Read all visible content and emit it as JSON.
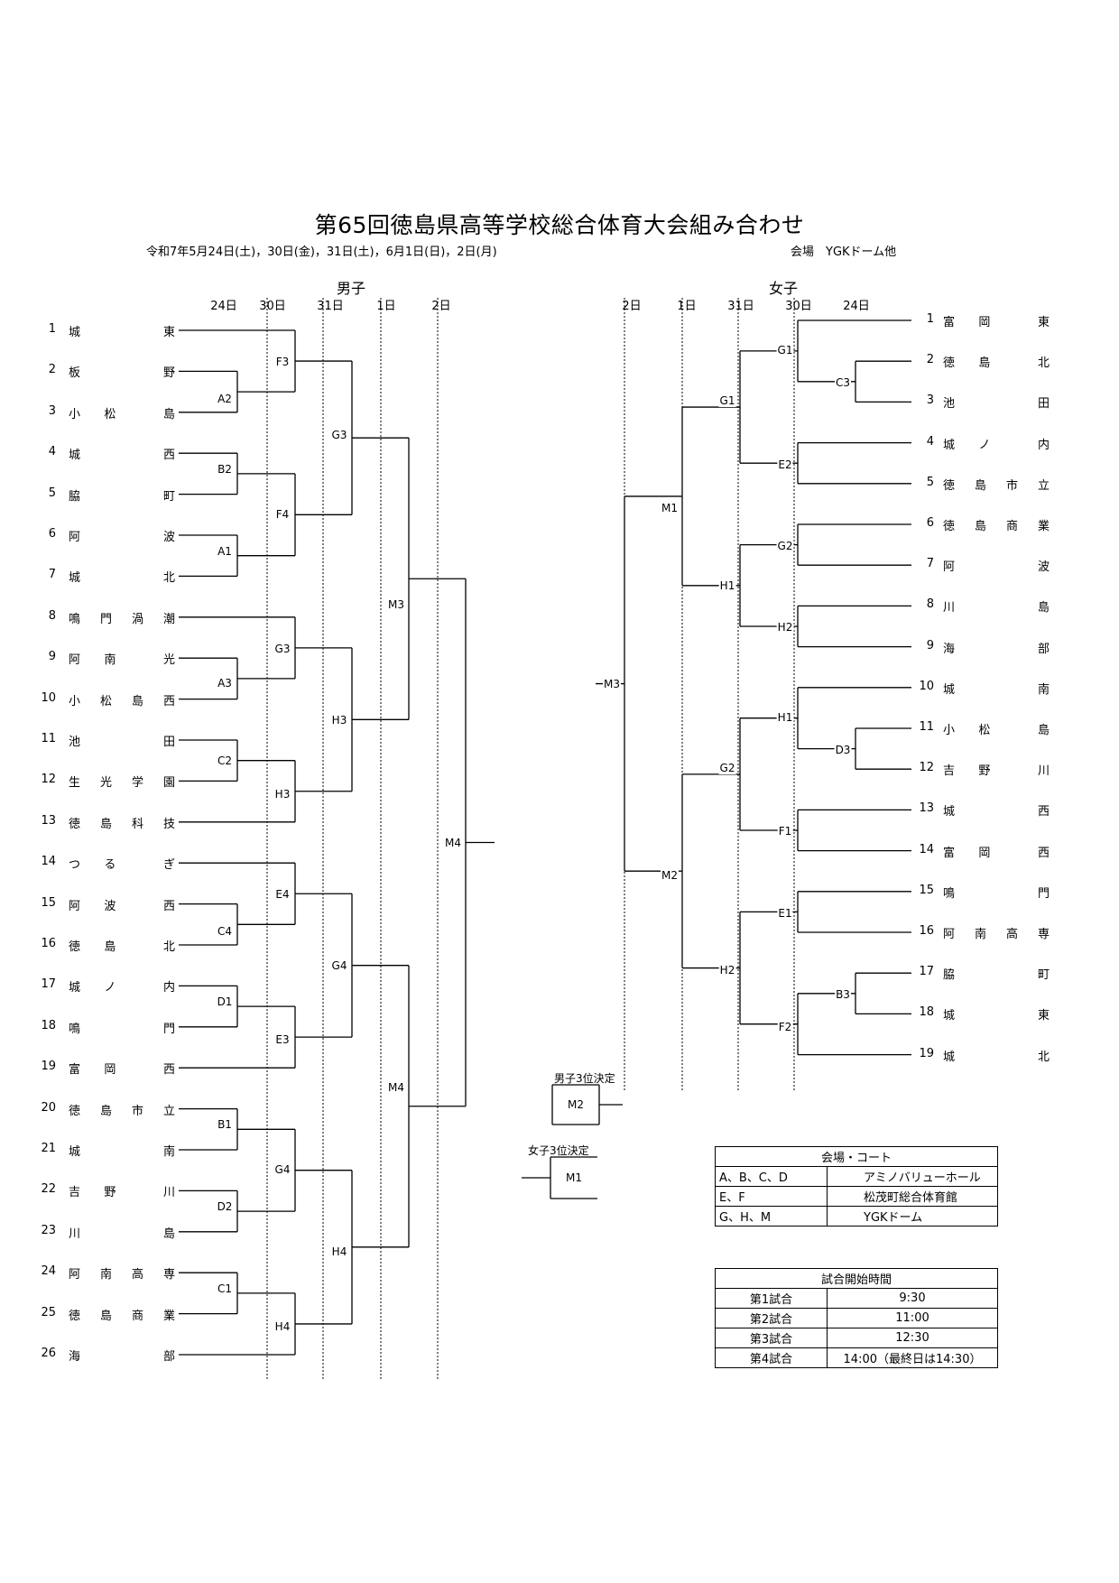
{
  "title": "第65回徳島県高等学校総合体育大会組み合わせ",
  "dates": "令和7年5月24日(土)，30日(金)，31日(土)，6月1日(日)，2日(月)",
  "venue": "会場　YGKドーム他",
  "boys": {
    "header": "男子",
    "days": [
      "24日",
      "30日",
      "31日",
      "1日",
      "2日"
    ],
    "teams": [
      {
        "no": "1",
        "name": "城東"
      },
      {
        "no": "2",
        "name": "板野"
      },
      {
        "no": "3",
        "name": "小松島"
      },
      {
        "no": "4",
        "name": "城西"
      },
      {
        "no": "5",
        "name": "脇町"
      },
      {
        "no": "6",
        "name": "阿波"
      },
      {
        "no": "7",
        "name": "城北"
      },
      {
        "no": "8",
        "name": "鳴門渦潮"
      },
      {
        "no": "9",
        "name": "阿南光"
      },
      {
        "no": "10",
        "name": "小松島西"
      },
      {
        "no": "11",
        "name": "池田"
      },
      {
        "no": "12",
        "name": "生光学園"
      },
      {
        "no": "13",
        "name": "徳島科技"
      },
      {
        "no": "14",
        "name": "つるぎ"
      },
      {
        "no": "15",
        "name": "阿波西"
      },
      {
        "no": "16",
        "name": "徳島北"
      },
      {
        "no": "17",
        "name": "城ノ内"
      },
      {
        "no": "18",
        "name": "鳴門"
      },
      {
        "no": "19",
        "name": "富岡西"
      },
      {
        "no": "20",
        "name": "徳島市立"
      },
      {
        "no": "21",
        "name": "城南"
      },
      {
        "no": "22",
        "name": "吉野川"
      },
      {
        "no": "23",
        "name": "川島"
      },
      {
        "no": "24",
        "name": "阿南高専"
      },
      {
        "no": "25",
        "name": "徳島商業"
      },
      {
        "no": "26",
        "name": "海部"
      }
    ],
    "matches": [
      "F3",
      "A2",
      "B2",
      "F4",
      "A1",
      "G3",
      "A3",
      "C2",
      "H3",
      "E4",
      "C4",
      "D1",
      "E3",
      "B1",
      "G4",
      "D2",
      "C1",
      "H4",
      "G3",
      "H3",
      "G4",
      "H4",
      "M3",
      "M4",
      "M4"
    ]
  },
  "girls": {
    "header": "女子",
    "days": [
      "2日",
      "1日",
      "31日",
      "30日",
      "24日"
    ],
    "teams": [
      {
        "no": "1",
        "name": "富岡東"
      },
      {
        "no": "2",
        "name": "徳島北"
      },
      {
        "no": "3",
        "name": "池田"
      },
      {
        "no": "4",
        "name": "城ノ内"
      },
      {
        "no": "5",
        "name": "徳島市立"
      },
      {
        "no": "6",
        "name": "徳島商業"
      },
      {
        "no": "7",
        "name": "阿波"
      },
      {
        "no": "8",
        "name": "川島"
      },
      {
        "no": "9",
        "name": "海部"
      },
      {
        "no": "10",
        "name": "城南"
      },
      {
        "no": "11",
        "name": "小松島"
      },
      {
        "no": "12",
        "name": "吉野川"
      },
      {
        "no": "13",
        "name": "城西"
      },
      {
        "no": "14",
        "name": "富岡西"
      },
      {
        "no": "15",
        "name": "鳴門"
      },
      {
        "no": "16",
        "name": "阿南高専"
      },
      {
        "no": "17",
        "name": "脇町"
      },
      {
        "no": "18",
        "name": "城東"
      },
      {
        "no": "19",
        "name": "城北"
      }
    ],
    "matches": [
      "G1",
      "C3",
      "G1",
      "E2",
      "G2",
      "H1",
      "H2",
      "H1",
      "D3",
      "G2",
      "F1",
      "E1",
      "H2",
      "B3",
      "F2",
      "M1",
      "M2",
      "M3"
    ]
  },
  "third_place": {
    "boys_label": "男子3位決定",
    "boys_match": "M2",
    "girls_label": "女子3位決定",
    "girls_match": "M1"
  },
  "venues_table": {
    "header": "会場・コート",
    "rows": [
      {
        "courts": "A、B、C、D",
        "venue": "アミノバリューホール"
      },
      {
        "courts": "E、F",
        "venue": "松茂町総合体育館"
      },
      {
        "courts": "G、H、M",
        "venue": "YGKドーム"
      }
    ]
  },
  "times_table": {
    "header": "試合開始時間",
    "rows": [
      {
        "game": "第1試合",
        "time": "9:30"
      },
      {
        "game": "第2試合",
        "time": "11:00"
      },
      {
        "game": "第3試合",
        "time": "12:30"
      },
      {
        "game": "第4試合",
        "time": "14:00（最終日は14:30）"
      }
    ]
  }
}
